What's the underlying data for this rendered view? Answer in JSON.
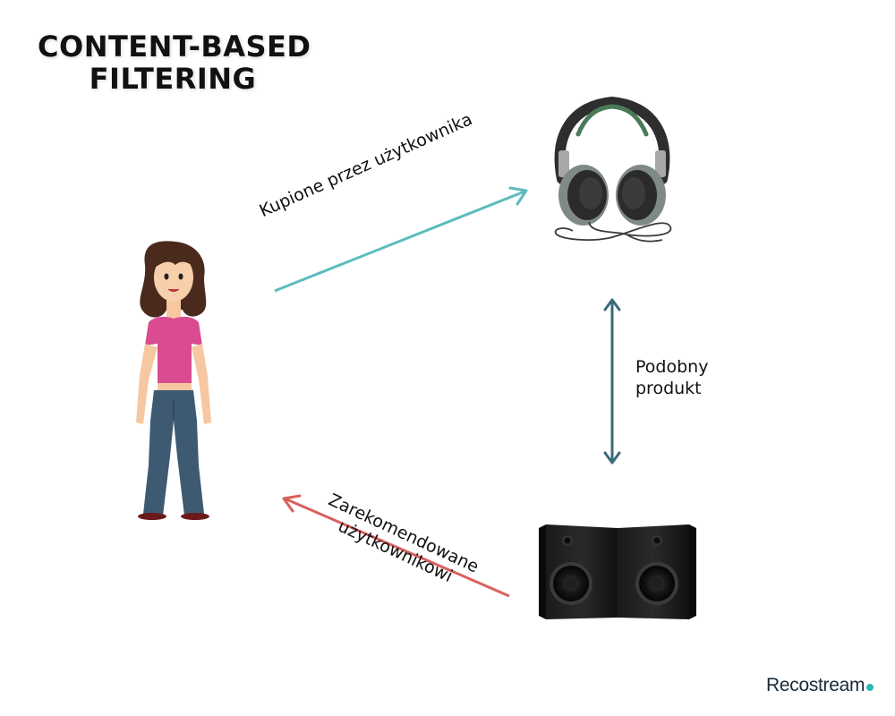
{
  "title": {
    "line1": "CONTENT-BASED",
    "line2": "FILTERING"
  },
  "edges": {
    "bought": {
      "label": "Kupione przez użytkownika",
      "color": "#5bbcbe"
    },
    "similar": {
      "label_line1": "Podobny",
      "label_line2": "produkt",
      "color": "#3b6b7a"
    },
    "recommended": {
      "label_line1": "Zarekomendowane",
      "label_line2": "użytkownikowi",
      "color": "#d9605d"
    }
  },
  "nodes": {
    "user": "woman-figure",
    "headphones": "headphones-icon",
    "speakers": "speakers-icon"
  },
  "brand": {
    "name": "Recostream",
    "dot_color": "#2bb6b8"
  }
}
